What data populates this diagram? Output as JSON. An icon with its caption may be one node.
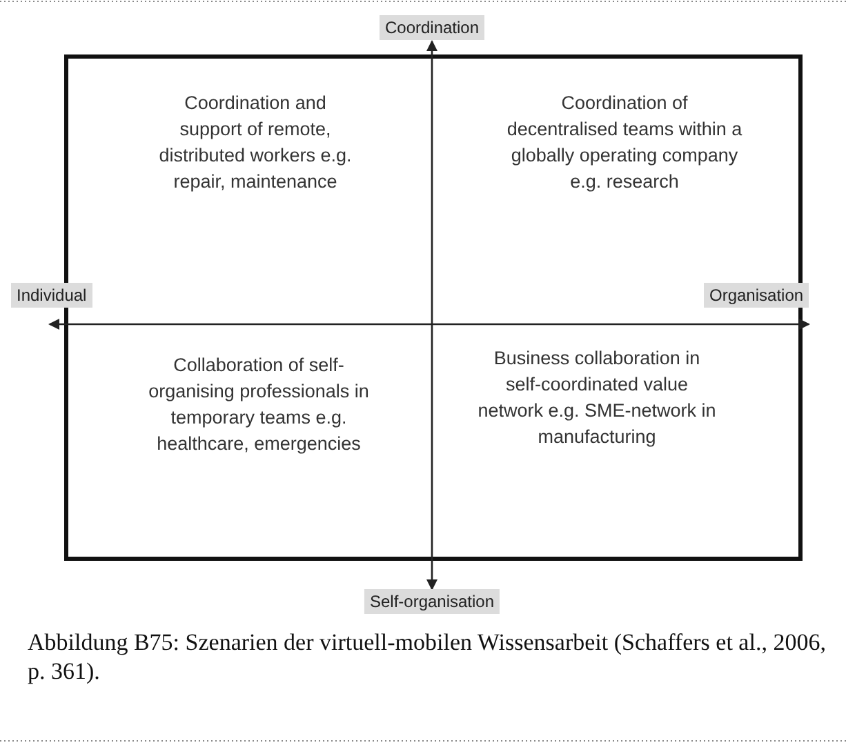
{
  "diagram": {
    "caption": "Abbildung B75: Szenarien der virtuell-mobilen Wissensarbeit (Schaffers et al., 2006, p. 361).",
    "nodes": [
      {
        "text": [
          "Coordination"
        ]
      },
      {
        "text": [
          "Coordination and support of remote, distributed workers e.g. repair, maintenance"
        ]
      },
      {
        "text": [
          "Coordination of decentralised teams within a globally operating company e.g. research"
        ]
      },
      {
        "text": [
          "Individual"
        ]
      },
      {
        "text": [
          "Organisation"
        ]
      },
      {
        "text": [
          "Collaboration of self-organising professionals in temporary teams e.g. healthcare, emergencies"
        ]
      },
      {
        "text": [
          "Business collaboration in self-coordinated value network e.g. SME-network in manufacturing"
        ]
      },
      {
        "text": [
          "Self-organisation"
        ]
      }
    ],
    "edges": [
      {
        "from": 0,
        "to": 7,
        "arrow": "both"
      },
      {
        "from": 3,
        "to": 4,
        "arrow": "both"
      }
    ]
  }
}
